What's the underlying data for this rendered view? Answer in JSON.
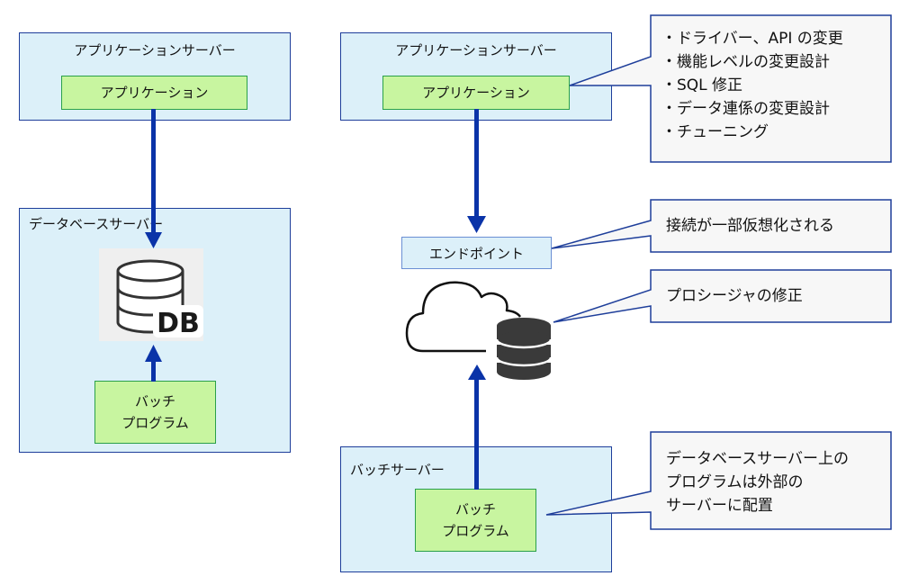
{
  "left": {
    "app_server": {
      "title": "アプリケーションサーバー",
      "app_label": "アプリケーション"
    },
    "db_server": {
      "title": "データベースサーバー",
      "db_icon_text": "DB",
      "batch_line1": "バッチ",
      "batch_line2": "プログラム"
    }
  },
  "right": {
    "app_server": {
      "title": "アプリケーションサーバー",
      "app_label": "アプリケーション"
    },
    "endpoint": {
      "label": "エンドポイント"
    },
    "batch_server": {
      "title": "バッチサーバー",
      "batch_line1": "バッチ",
      "batch_line2": "プログラム"
    }
  },
  "callouts": {
    "app_changes": [
      "・ドライバー、API の変更",
      "・機能レベルの変更設計",
      "・SQL 修正",
      "・データ連係の変更設計",
      "・チューニング"
    ],
    "endpoint_note": "接続が一部仮想化される",
    "db_note": "プロシージャの修正",
    "batch_note": [
      "データベースサーバー上の",
      "プログラムは外部の",
      "サーバーに配置"
    ]
  },
  "colors": {
    "server_fill": "#dcf0f9",
    "server_border": "#1e3e9a",
    "program_fill": "#c8f5a0",
    "program_border": "#2aa04a",
    "arrow": "#0a33a8",
    "callout_fill": "#f7f7f7",
    "callout_border": "#1e3e9a",
    "db_dark": "#333333"
  }
}
